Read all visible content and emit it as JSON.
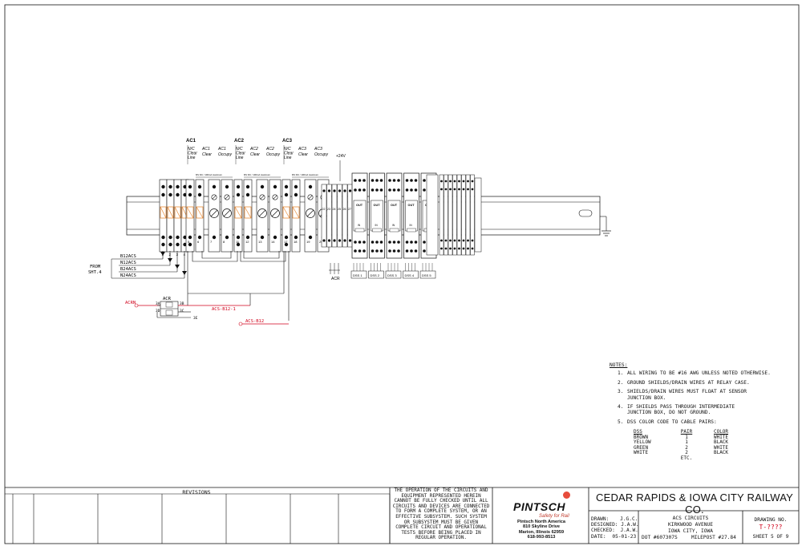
{
  "drawing": {
    "groups": [
      {
        "id": "ac1",
        "title": "AC1",
        "labels": [
          "N/C Clear Line",
          "AC1 Clear",
          "AC1 Occupy"
        ],
        "rating": "MV DC / 100mA maximum"
      },
      {
        "id": "ac2",
        "title": "AC2",
        "labels": [
          "N/C Clear Line",
          "AC2 Clear",
          "AC2 Occupy"
        ],
        "rating": "MV DC / 100mA maximum"
      },
      {
        "id": "ac3",
        "title": "AC3",
        "labels": [
          "N/C Clear Line",
          "AC3 Clear",
          "AC3 Occupy"
        ],
        "rating": "MV DC / 100mA maximum"
      }
    ],
    "plus24v": "+24V",
    "terminal_numbers_bottom": [
      "1",
      "2",
      "3",
      "4",
      "5",
      "6",
      "7",
      "8",
      "9",
      "10",
      "11",
      "12",
      "13",
      "14",
      "15",
      "16",
      "17",
      "18",
      "19",
      "20",
      "21"
    ],
    "top_terminals_right": [
      "22",
      "23",
      "24",
      "25",
      "26",
      "27"
    ],
    "dss_modules": [
      {
        "out": "OUT",
        "in": "IN",
        "label": "DSS 1"
      },
      {
        "out": "OUT",
        "in": "IN",
        "label": "DSS 2"
      },
      {
        "out": "OUT",
        "in": "IN",
        "label": "DSS 3"
      },
      {
        "out": "OUT",
        "in": "IN",
        "label": "DSS 4"
      },
      {
        "out": "OUT",
        "in": "IN",
        "label": "DSS 5"
      }
    ],
    "acr_label": "ACR",
    "feed_wires": [
      "B12ACS",
      "N12ACS",
      "B24ACS",
      "N24ACS"
    ],
    "from_label_1": "FROM",
    "from_label_2": "SHT.4",
    "relay": {
      "name": "ACR",
      "contacts": [
        "3A",
        "3B",
        "3C",
        "3D"
      ],
      "left_wire": "ACRN",
      "right_wire": "ACS-B12-1",
      "sub_label": "3E",
      "bottom_wire": "ACS-B12"
    }
  },
  "notes": {
    "header": "NOTES:",
    "items": [
      {
        "num": "1.",
        "text": "ALL WIRING TO BE #16 AWG UNLESS NOTED OTHERWISE."
      },
      {
        "num": "2.",
        "text": "GROUND SHIELDS/DRAIN WIRES AT RELAY CASE."
      },
      {
        "num": "3.",
        "text": "SHIELDS/DRAIN WIRES MUST FLOAT AT SENSOR\nJUNCTION BOX."
      },
      {
        "num": "4.",
        "text": "IF SHIELDS PASS THROUGH INTERMEDIATE\nJUNCTION BOX, DO NOT GROUND."
      },
      {
        "num": "5.",
        "text": "DSS COLOR CODE TO CABLE PAIRS:"
      }
    ],
    "dss_table": {
      "headers": [
        "DSS",
        "PAIR",
        "COLOR"
      ],
      "rows": [
        [
          "BROWN",
          "1",
          "WHITE"
        ],
        [
          "YELLOW",
          "1",
          "BLACK"
        ],
        [
          "GREEN",
          "2",
          "WHITE"
        ],
        [
          "WHITE",
          "2",
          "BLACK"
        ],
        [
          "",
          "ETC.",
          ""
        ]
      ]
    }
  },
  "title_block": {
    "revisions": "REVISIONS",
    "disclaimer": "THE OPERATION OF THE CIRCUITS AND EQUIPMENT REPRESENTED HEREIN CANNOT BE FULLY CHECKED UNTIL ALL CIRCUITS AND DEVICES ARE CONNECTED TO FORM A COMPLETE SYSTEM, OR AN EFFECTIVE SUBSYSTEM. SUCH SYSTEM OR SUBSYSTEM MUST BE GIVEN COMPLETE CIRCUIT AND OPERATIONAL TESTS BEFORE BEING PLACED IN REGULAR OPERATION.",
    "logo": "PINTSCH",
    "logo_tagline": "Safety for Rail",
    "logo_address": "Pintsch North America\n810 Skyline Drive\nMarion, Illinois 62959\n618-993-8513",
    "company": "CEDAR RAPIDS & IOWA CITY RAILWAY CO.",
    "drawn_label": "DRAWN:",
    "drawn": "J.G.C.",
    "designed_label": "DESIGNED:",
    "designed": "J.A.W.",
    "checked_label": "CHECKED:",
    "checked": "J.A.W.",
    "date_label": "DATE:",
    "date": "05-01-23",
    "circuit_title": "ACS CIRCUITS",
    "location_1": "KIRKWOOD AVENUE",
    "location_2": "IOWA CITY, IOWA",
    "dot": "DOT #607307S",
    "milepost": "MILEPOST #27.84",
    "drawing_no_label": "DRAWING NO.",
    "drawing_no": "T-????",
    "sheet": "SHEET 5 OF 9"
  },
  "colors": {
    "accent_red": "#d0021b",
    "hatch_orange": "#e67e22",
    "logo_red": "#e74c3c"
  }
}
